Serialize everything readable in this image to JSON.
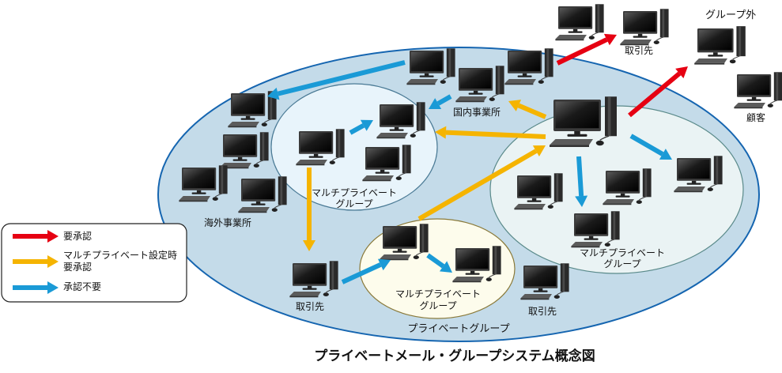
{
  "title": "プライベートメール・グループシステム概念図",
  "colors": {
    "approval_required": "#e60012",
    "multi_private_approval": "#f5b400",
    "no_approval": "#1a9ad6",
    "private_group_fill": "#c4dbe9",
    "private_group_stroke": "#1565b0",
    "multi_group_left_fill": "#e8f4fb",
    "multi_group_right_fill": "#eaf3f4",
    "multi_group_bottom_fill": "#fdfcec"
  },
  "legend": {
    "items": [
      {
        "key": "approval_required",
        "label_lines": [
          "要承認"
        ]
      },
      {
        "key": "multi_private_approval",
        "label_lines": [
          "マルチプライベート設定時",
          "要承認"
        ]
      },
      {
        "key": "no_approval",
        "label_lines": [
          "承認不要"
        ]
      }
    ]
  },
  "groups": {
    "private_group": "プライベートグループ",
    "multi_private_left": [
      "マルチプライベート",
      "グループ"
    ],
    "multi_private_right": [
      "マルチプライベート",
      "グループ"
    ],
    "multi_private_bottom": [
      "マルチプライベート",
      "グループ"
    ],
    "outside_group": "グループ外"
  },
  "nodes": {
    "overseas_office": "海外事業所",
    "domestic_office": "国内事業所",
    "partner_top": "取引先",
    "partner_left": "取引先",
    "partner_bottom_right": "取引先",
    "customer": "顧客"
  }
}
